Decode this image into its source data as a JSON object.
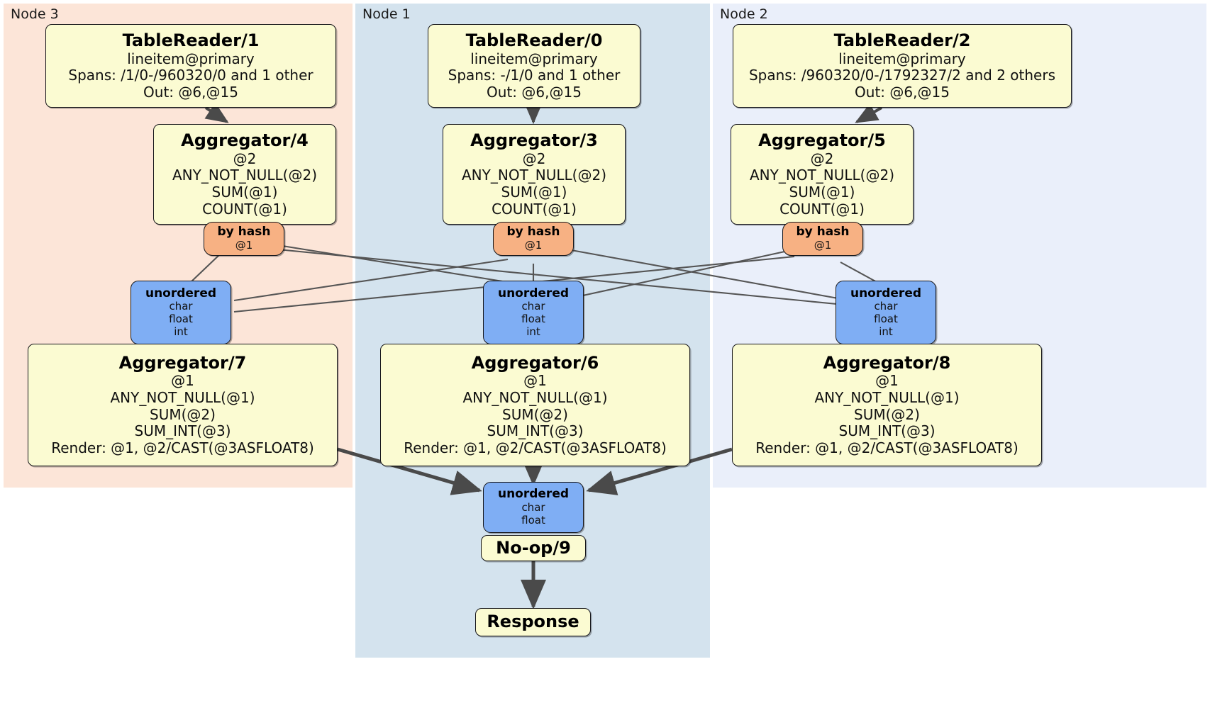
{
  "diagram": {
    "type": "distributed-query-execution-plan",
    "panels": [
      {
        "id": "node3",
        "label": "Node 3",
        "color": "#fce5d8"
      },
      {
        "id": "node1",
        "label": "Node 1",
        "color": "#d4e3ee"
      },
      {
        "id": "node2",
        "label": "Node 2",
        "color": "#eaeffa"
      }
    ],
    "colors": {
      "processor_fill": "#fbfbd2",
      "router_fill": "#f7b183",
      "synchronizer_fill": "#7faef4",
      "border": "#16161a",
      "edge": "#4a4a4a",
      "thick_edge": "#4a4a4a"
    },
    "nodes": {
      "tablereader_1": {
        "title": "TableReader/1",
        "lines": [
          "lineitem@primary",
          "Spans: /1/0-/960320/0 and 1 other",
          "Out: @6,@15"
        ]
      },
      "tablereader_0": {
        "title": "TableReader/0",
        "lines": [
          "lineitem@primary",
          "Spans: -/1/0 and 1 other",
          "Out: @6,@15"
        ]
      },
      "tablereader_2": {
        "title": "TableReader/2",
        "lines": [
          "lineitem@primary",
          "Spans: /960320/0-/1792327/2 and 2 others",
          "Out: @6,@15"
        ]
      },
      "aggregator_4": {
        "title": "Aggregator/4",
        "lines": [
          "@2",
          "ANY_NOT_NULL(@2)",
          "SUM(@1)",
          "COUNT(@1)"
        ]
      },
      "aggregator_3": {
        "title": "Aggregator/3",
        "lines": [
          "@2",
          "ANY_NOT_NULL(@2)",
          "SUM(@1)",
          "COUNT(@1)"
        ]
      },
      "aggregator_5": {
        "title": "Aggregator/5",
        "lines": [
          "@2",
          "ANY_NOT_NULL(@2)",
          "SUM(@1)",
          "COUNT(@1)"
        ]
      },
      "router_node3": {
        "title": "by hash",
        "lines": [
          "@1"
        ]
      },
      "router_node1": {
        "title": "by hash",
        "lines": [
          "@1"
        ]
      },
      "router_node2": {
        "title": "by hash",
        "lines": [
          "@1"
        ]
      },
      "sync_node3": {
        "title": "unordered",
        "lines": [
          "char",
          "float",
          "int"
        ]
      },
      "sync_node1": {
        "title": "unordered",
        "lines": [
          "char",
          "float",
          "int"
        ]
      },
      "sync_node2": {
        "title": "unordered",
        "lines": [
          "char",
          "float",
          "int"
        ]
      },
      "aggregator_7": {
        "title": "Aggregator/7",
        "lines": [
          "@1",
          "ANY_NOT_NULL(@1)",
          "SUM(@2)",
          "SUM_INT(@3)",
          "Render: @1, @2/CAST(@3ASFLOAT8)"
        ]
      },
      "aggregator_6": {
        "title": "Aggregator/6",
        "lines": [
          "@1",
          "ANY_NOT_NULL(@1)",
          "SUM(@2)",
          "SUM_INT(@3)",
          "Render: @1, @2/CAST(@3ASFLOAT8)"
        ]
      },
      "aggregator_8": {
        "title": "Aggregator/8",
        "lines": [
          "@1",
          "ANY_NOT_NULL(@1)",
          "SUM(@2)",
          "SUM_INT(@3)",
          "Render: @1, @2/CAST(@3ASFLOAT8)"
        ]
      },
      "sync_final": {
        "title": "unordered",
        "lines": [
          "char",
          "float"
        ]
      },
      "noop_9": {
        "title": "No-op/9",
        "lines": []
      },
      "response": {
        "title": "Response",
        "lines": []
      }
    }
  }
}
